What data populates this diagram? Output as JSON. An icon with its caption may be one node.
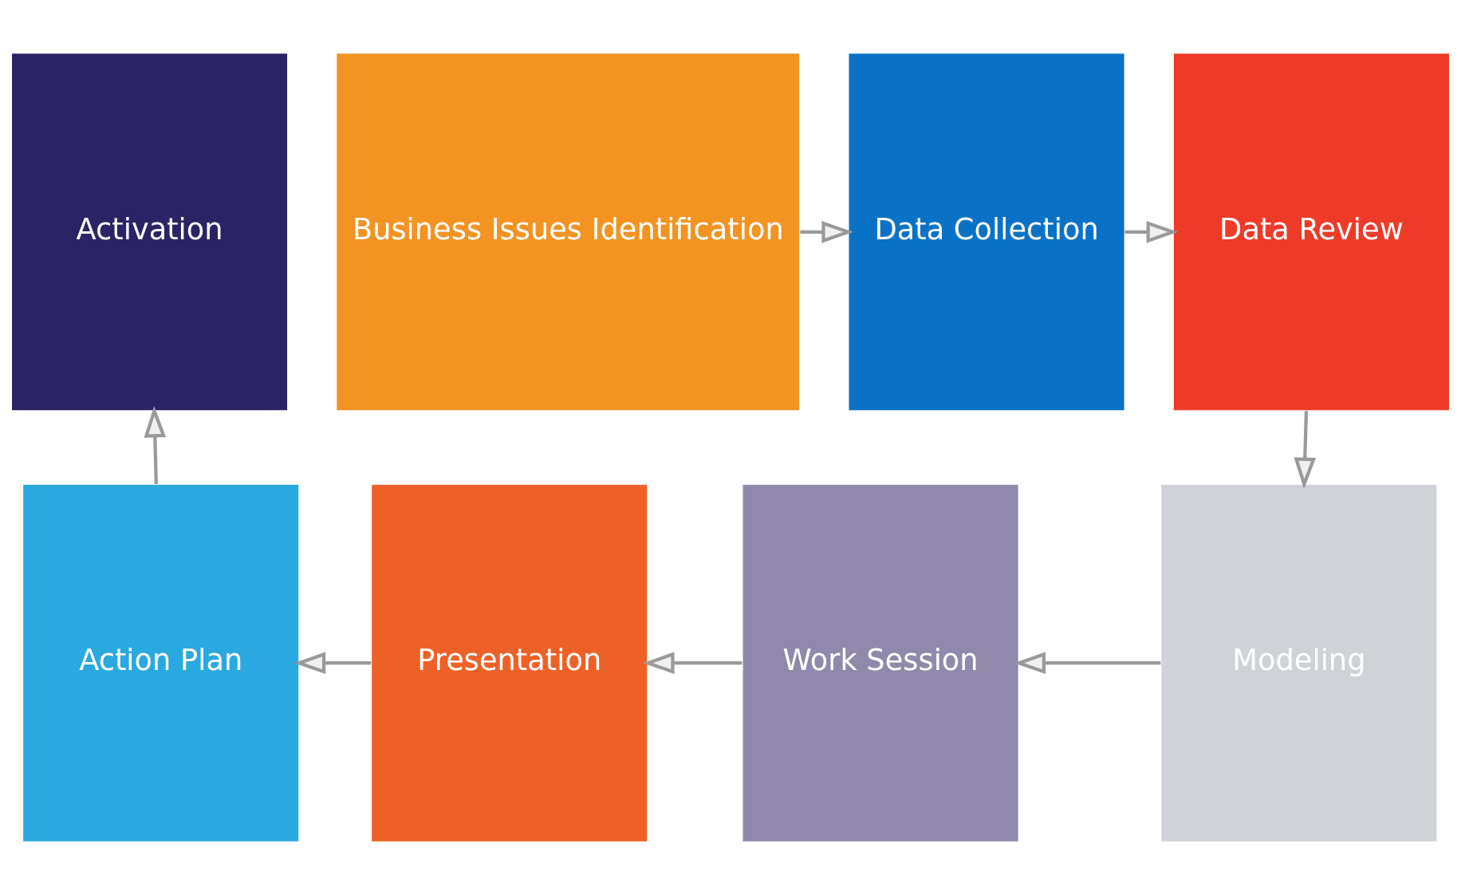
{
  "diagram": {
    "nodes": [
      {
        "text": [
          "Activation"
        ]
      },
      {
        "text": [
          "Business Issues Identification"
        ]
      },
      {
        "text": [
          "Data Collection"
        ]
      },
      {
        "text": [
          "Data Review"
        ]
      },
      {
        "text": [
          "Action Plan"
        ]
      },
      {
        "text": [
          "Presentation"
        ]
      },
      {
        "text": [
          "Work Session"
        ]
      },
      {
        "text": [
          "Modeling"
        ]
      }
    ],
    "edges": [
      {
        "from": 1,
        "to": 2,
        "arrow": "to"
      },
      {
        "from": 2,
        "to": 3,
        "arrow": "to"
      },
      {
        "from": 3,
        "to": 7,
        "arrow": "to"
      },
      {
        "from": 7,
        "to": 6,
        "arrow": "to"
      },
      {
        "from": 6,
        "to": 5,
        "arrow": "to"
      },
      {
        "from": 5,
        "to": 4,
        "arrow": "to"
      },
      {
        "from": 4,
        "to": 0,
        "arrow": "to"
      }
    ]
  }
}
